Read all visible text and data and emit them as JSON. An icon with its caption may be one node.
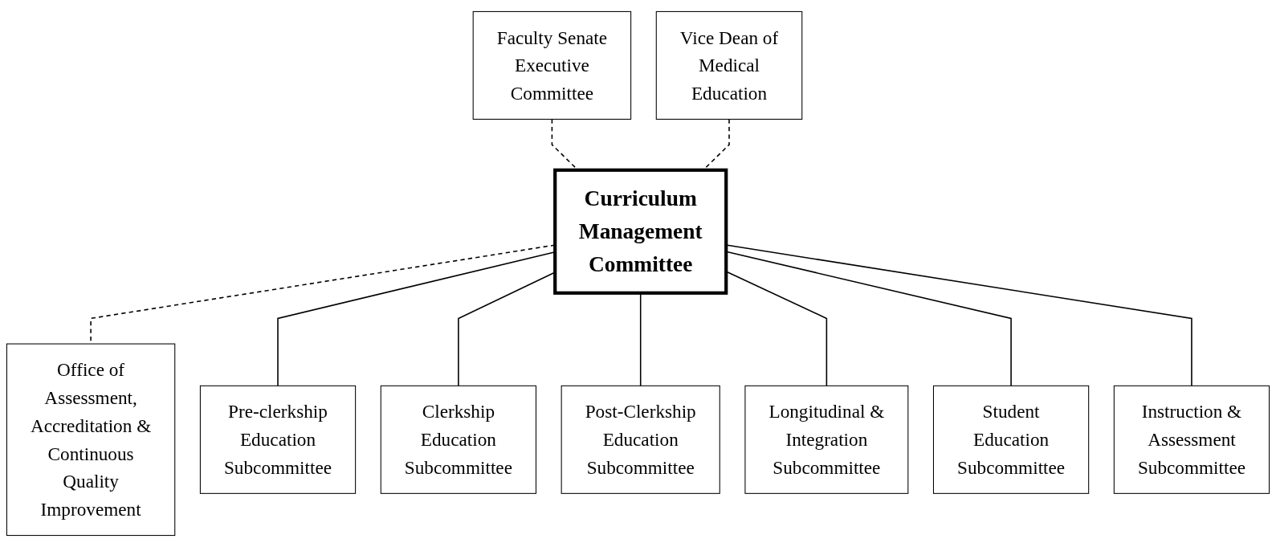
{
  "diagram": {
    "nodes": [
      {
        "text": [
          "Faculty Senate Executive Committee"
        ]
      },
      {
        "text": [
          "Vice Dean of Medical Education"
        ]
      },
      {
        "text": [
          "Curriculum Management Committee"
        ]
      },
      {
        "text": [
          "Office of Assessment, Accreditation & Continuous Quality Improvement"
        ]
      },
      {
        "text": [
          "Pre-clerkship Education Subcommittee"
        ]
      },
      {
        "text": [
          "Clerkship Education Subcommittee"
        ]
      },
      {
        "text": [
          "Post-Clerkship Education Subcommittee"
        ]
      },
      {
        "text": [
          "Longitudinal & Integration Subcommittee"
        ]
      },
      {
        "text": [
          "Student Education Subcommittee"
        ]
      },
      {
        "text": [
          "Instruction & Assessment Subcommittee"
        ]
      }
    ],
    "edges": [
      {
        "from": 0,
        "to": 2,
        "arrow": "none",
        "style": "dashed"
      },
      {
        "from": 1,
        "to": 2,
        "arrow": "none",
        "style": "dashed"
      },
      {
        "from": 2,
        "to": 3,
        "arrow": "none",
        "style": "dashed"
      },
      {
        "from": 2,
        "to": 4,
        "arrow": "none"
      },
      {
        "from": 2,
        "to": 5,
        "arrow": "none"
      },
      {
        "from": 2,
        "to": 6,
        "arrow": "none"
      },
      {
        "from": 2,
        "to": 7,
        "arrow": "none"
      },
      {
        "from": 2,
        "to": 8,
        "arrow": "none"
      },
      {
        "from": 2,
        "to": 9,
        "arrow": "none"
      }
    ]
  }
}
